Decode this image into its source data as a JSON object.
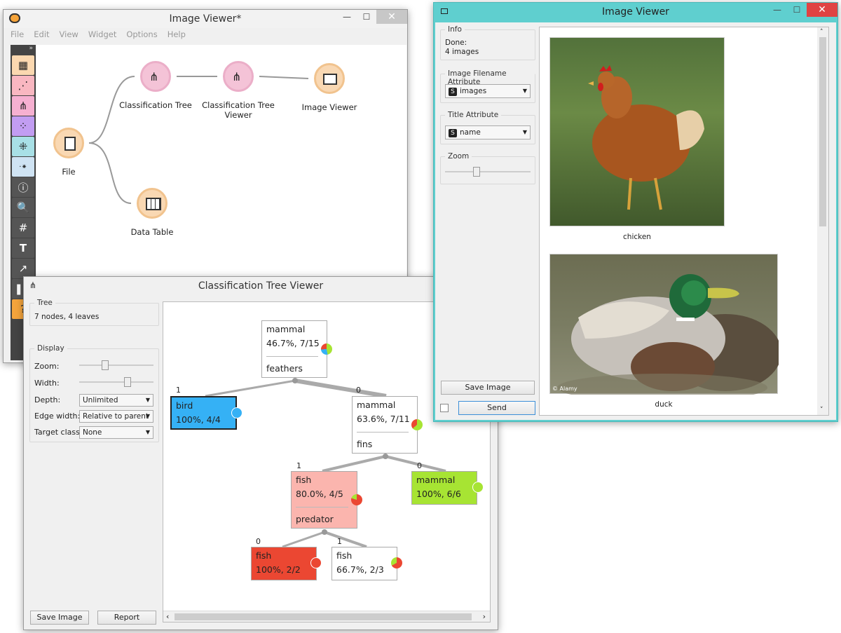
{
  "canvas_window": {
    "title": "Image Viewer*",
    "menu": [
      "File",
      "Edit",
      "View",
      "Widget",
      "Options",
      "Help"
    ],
    "expand_glyph": "»",
    "nodes": [
      {
        "label": "File",
        "icon": "file-icon",
        "color": "#f9d8b3"
      },
      {
        "label": "Classification Tree",
        "icon": "tree-icon",
        "color": "#f4c3d7"
      },
      {
        "label": "Classification Tree Viewer",
        "icon": "tree-viewer-icon",
        "color": "#f4c3d7"
      },
      {
        "label": "Image Viewer",
        "icon": "image-icon",
        "color": "#f9d8b3"
      },
      {
        "label": "Data Table",
        "icon": "table-icon",
        "color": "#f9d8b3"
      }
    ]
  },
  "tree_viewer": {
    "title": "Classification Tree Viewer",
    "info_title": "Tree",
    "info_text": "7 nodes, 4 leaves",
    "display_title": "Display",
    "zoom_label": "Zoom:",
    "width_label": "Width:",
    "depth_label": "Depth:",
    "depth_value": "Unlimited",
    "edge_label": "Edge width:",
    "edge_value": "Relative to parent",
    "target_label": "Target class:",
    "target_value": "None",
    "save_image": "Save Image",
    "report": "Report",
    "tree": {
      "root": {
        "cls": "mammal",
        "stat": "46.7%, 7/15",
        "split": "feathers"
      },
      "bird": {
        "branch": "1",
        "cls": "bird",
        "stat": "100%, 4/4",
        "color": "#35b1f5"
      },
      "mammal2": {
        "branch": "0",
        "cls": "mammal",
        "stat": "63.6%, 7/11",
        "split": "fins"
      },
      "fish1": {
        "branch": "1",
        "cls": "fish",
        "stat": "80.0%, 4/5",
        "split": "predator",
        "color": "#fbb5ae"
      },
      "mammal3": {
        "branch": "0",
        "cls": "mammal",
        "stat": "100%, 6/6",
        "color": "#a7e433"
      },
      "fish2": {
        "branch": "0",
        "cls": "fish",
        "stat": "100%, 2/2",
        "color": "#eb4732"
      },
      "fish3": {
        "branch": "1",
        "cls": "fish",
        "stat": "66.7%, 2/3"
      }
    }
  },
  "image_viewer": {
    "title": "Image Viewer",
    "info_title": "Info",
    "info_line1": "Done:",
    "info_line2": "4 images",
    "filename_title": "Image Filename Attribute",
    "filename_badge": "S",
    "filename_value": "images",
    "title_attr_title": "Title Attribute",
    "title_attr_badge": "S",
    "title_attr_value": "name",
    "zoom_title": "Zoom",
    "save_image": "Save Image",
    "send": "Send",
    "images": [
      {
        "caption": "chicken"
      },
      {
        "caption": "duck",
        "credit": "© Alamy"
      }
    ]
  },
  "colors": {
    "accent": "#5fcfcf",
    "bird": "#35b1f5",
    "mammal": "#a7e433",
    "fish": "#eb4732"
  }
}
